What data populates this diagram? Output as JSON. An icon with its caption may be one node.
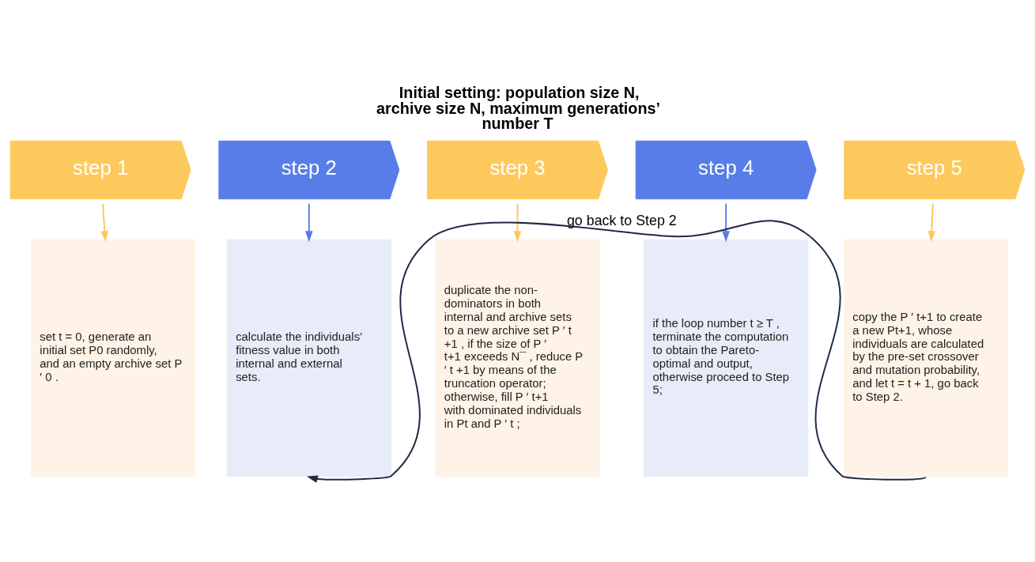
{
  "diagram": {
    "title": "Initial setting: population size N, archive size N, maximum generations’ number T",
    "nodes": [
      {
        "text": [
          "step 1"
        ]
      },
      {
        "text": [
          "step 2"
        ]
      },
      {
        "text": [
          "step 3"
        ]
      },
      {
        "text": [
          "step 4"
        ]
      },
      {
        "text": [
          "step 5"
        ]
      },
      {
        "text": [
          "set t = 0, generate an initial set P0 randomly, and an empty archive set P ′ 0 ."
        ]
      },
      {
        "text": [
          "calculate the individuals’ fitness value in both internal and external sets."
        ]
      },
      {
        "text": [
          "duplicate the non-dominators in both internal and archive sets to a new archive set P ′ t +1 , if the size of P ′ t+1 exceeds N¯ , reduce P ′ t +1 by means of the truncation operator; otherwise, fill P ′ t+1 with dominated individuals in Pt and P ′ t ;"
        ]
      },
      {
        "text": [
          "if the loop number t ≥ T , terminate the computation to obtain the Pareto-optimal and output, otherwise proceed to Step 5;"
        ]
      },
      {
        "text": [
          "copy the P ′ t+1 to create a new Pt+1, whose individuals are calculated by the pre-set crossover and mutation probability, and let t = t + 1, go back to Step 2."
        ]
      }
    ],
    "edges": [
      {
        "from": 0,
        "to": 5,
        "arrow": "to"
      },
      {
        "from": 1,
        "to": 6,
        "arrow": "to",
        "color": "#587de8"
      },
      {
        "from": 2,
        "to": 7,
        "arrow": "to"
      },
      {
        "from": 3,
        "to": 8,
        "arrow": "to",
        "color": "#587de8"
      },
      {
        "from": 4,
        "to": 9,
        "arrow": "to"
      },
      {
        "from": 9,
        "to": 6,
        "arrow": "to",
        "label": "go back to Step 2",
        "color": "#1f2a44"
      }
    ]
  }
}
